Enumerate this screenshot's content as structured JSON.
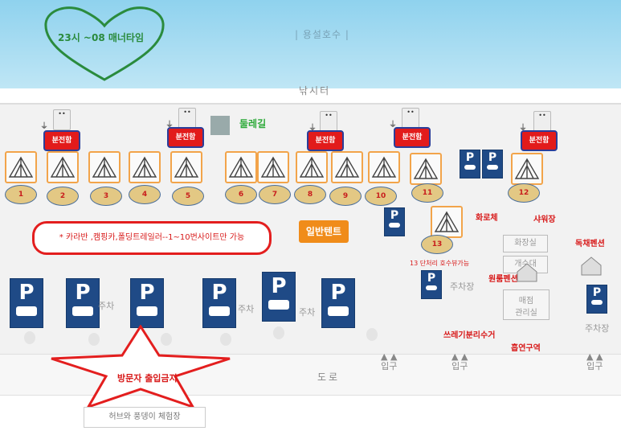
{
  "lake_label": "| 용설호수 |",
  "manner_time": "23시 ~08 매너타임",
  "fishing_area": "낚시터",
  "trail": "둘레길",
  "electric_panel": "분전함",
  "sites": [
    "1",
    "2",
    "3",
    "4",
    "5",
    "6",
    "7",
    "8",
    "9",
    "10",
    "11",
    "12",
    "13"
  ],
  "notice": "* 카라반 ,캠핑카,폴딩트레일러--1~10번사이트만 가능",
  "general_tent": "일반텐트",
  "restroom": "화로체",
  "shower": "샤워장",
  "restroom_sign": "화장실",
  "sink": "개수대",
  "independent_pension": "독채펜션",
  "oneroom_pension": "원룸펜션",
  "site13_note": "13 단처리 호수뷰가능",
  "store_office": "매점\n관리실",
  "trash": "쓰레기분리수거",
  "smoking": "흡연구역",
  "parking_label": "주차장",
  "parking_short": "주차",
  "entrance": "입구",
  "road": "도로",
  "no_visitors": "방문자 출입금지",
  "experience": "허브와 풍뎅이 체험장",
  "colors": {
    "accent_red": "#e21b1b",
    "park_blue": "#1f4a86",
    "tent_orange": "#f2a44a",
    "sky": "#8fd2ee",
    "trail_green": "#2eaa3a"
  }
}
